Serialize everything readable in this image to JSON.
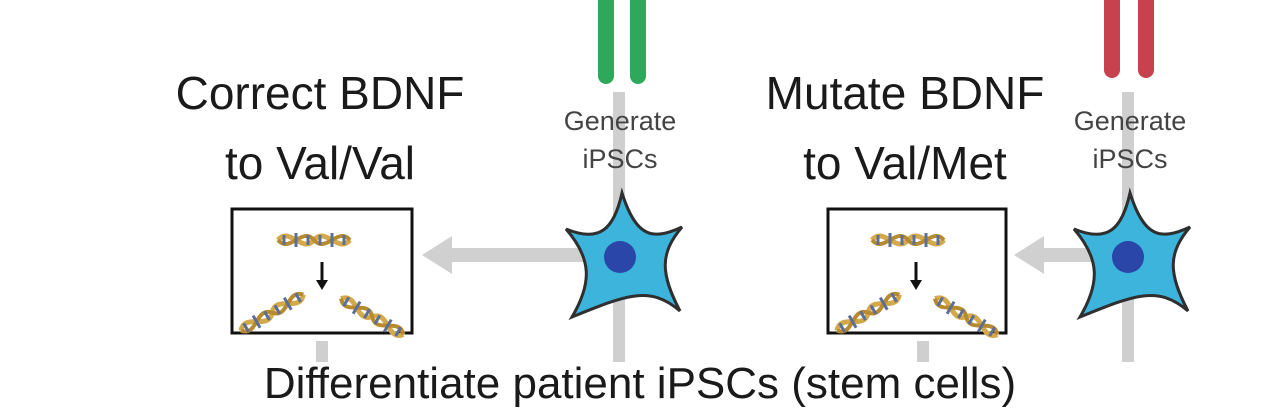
{
  "left_panel": {
    "title_line1": "Correct BDNF",
    "title_line2": "to Val/Val",
    "generate_line1": "Generate",
    "generate_line2": "iPSCs",
    "chromosome_color": "#2ea85a"
  },
  "right_panel": {
    "title_line1": "Mutate BDNF",
    "title_line2": "to Val/Met",
    "generate_line1": "Generate",
    "generate_line2": "iPSCs",
    "chromosome_color": "#c8414e"
  },
  "bottom_caption": "Differentiate patient iPSCs (stem cells)",
  "colors": {
    "cell_fill": "#3cb4dc",
    "cell_nucleus": "#2a46a8",
    "connector_gray": "#cfcfcf",
    "dna_gold": "#d4a94a",
    "dna_blue": "#5a6f9a"
  },
  "icons": {
    "stem_cell": "stem-cell-icon",
    "dna": "dna-helix-icon",
    "chromosome": "chromosome-icon",
    "arrow": "left-arrow-icon"
  }
}
